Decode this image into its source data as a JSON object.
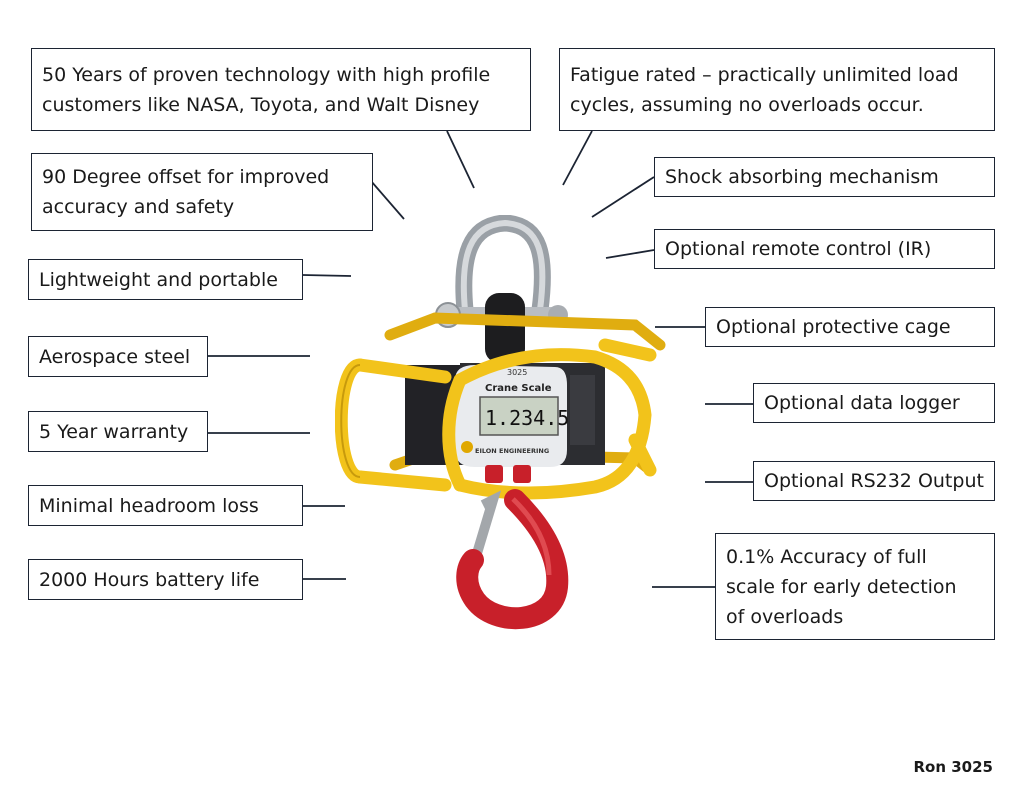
{
  "callouts": {
    "nasa": [
      "50 Years of proven technology with high profile",
      "customers like NASA, Toyota, and Walt Disney"
    ],
    "fatigue": [
      "Fatigue rated – practically unlimited load",
      "cycles, assuming no overloads occur."
    ],
    "offset": [
      "90 Degree offset for improved",
      "accuracy and safety"
    ],
    "shock": "Shock absorbing mechanism",
    "lightweight": "Lightweight and portable",
    "remote": "Optional remote control (IR)",
    "cage": "Optional protective cage",
    "steel": "Aerospace steel",
    "logger": "Optional data logger",
    "warranty": "5 Year warranty",
    "rs232": "Optional RS232 Output",
    "headroom": "Minimal headroom loss",
    "accuracy": [
      "0.1% Accuracy of full",
      "scale for early detection",
      "of overloads"
    ],
    "battery": "2000 Hours battery life"
  },
  "device": {
    "model_label": "3025",
    "product_label": "Crane Scale",
    "display_value": "1.234.5",
    "brand": "EILON ENGINEERING"
  },
  "footer": {
    "model": "Ron 3025"
  },
  "colors": {
    "cage": "#f2c31b",
    "hook": "#c8202a",
    "border": "#1c2433"
  }
}
